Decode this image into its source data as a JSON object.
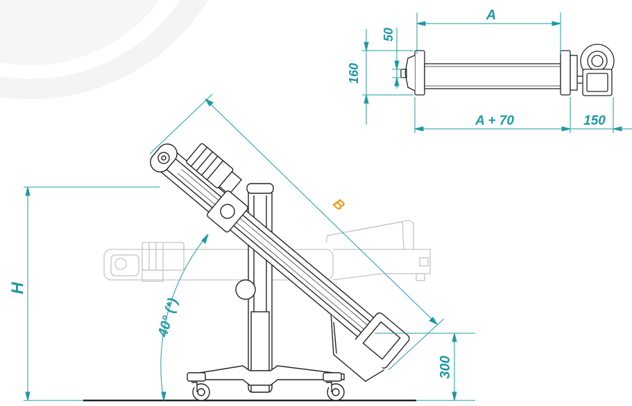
{
  "colors": {
    "dimension": "#1e9aa3",
    "accent": "#f0a020",
    "line": "#222222",
    "ghost": "#c8c8c8",
    "watermark": "#f3f3f3"
  },
  "top_view": {
    "label_A": "A",
    "label_50": "50",
    "label_160": "160",
    "label_A70": "A + 70",
    "label_150": "150"
  },
  "side_view": {
    "label_H": "H",
    "label_B": "B",
    "label_angle": "40° (*)",
    "label_300": "300"
  }
}
